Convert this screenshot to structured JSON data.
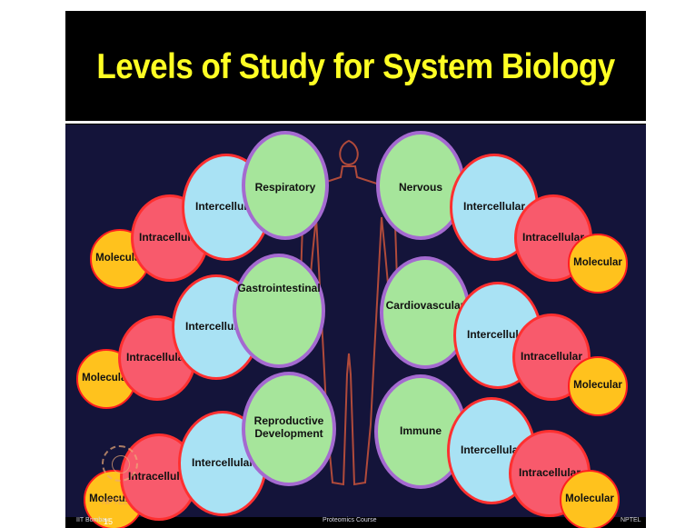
{
  "slide": {
    "title": "Levels of Study for System Biology",
    "systems": {
      "respiratory": "Respiratory",
      "nervous": "Nervous",
      "gastrointestinal": "Gastrointestinal",
      "cardiovascular": "Cardiovascular",
      "reproductive_line1": "Reproductive",
      "reproductive_line2": "Development",
      "immune": "Immune"
    },
    "levels": {
      "intercellular": "Intercellular",
      "intracellular": "Intracellular",
      "molecular": "Molecular",
      "intracellular_partial": "Intracellular",
      "molecular_partial": "Molecular"
    },
    "footer": {
      "left": "IIT Bombay",
      "slide_number": "15",
      "center": "Proteomics Course",
      "right": "NPTEL"
    },
    "watermark": "NPTEL"
  },
  "colors": {
    "title": "#ffff24",
    "panel_background": "#14143a",
    "system_fill": "#a6e59b",
    "system_border": "#a46ad0",
    "intercellular_fill": "#a9e2f4",
    "intracellular_fill": "#f85a6c",
    "molecular_fill": "#ffc21d",
    "cell_border": "#ff3030",
    "body_outline": "#b04a3a"
  }
}
